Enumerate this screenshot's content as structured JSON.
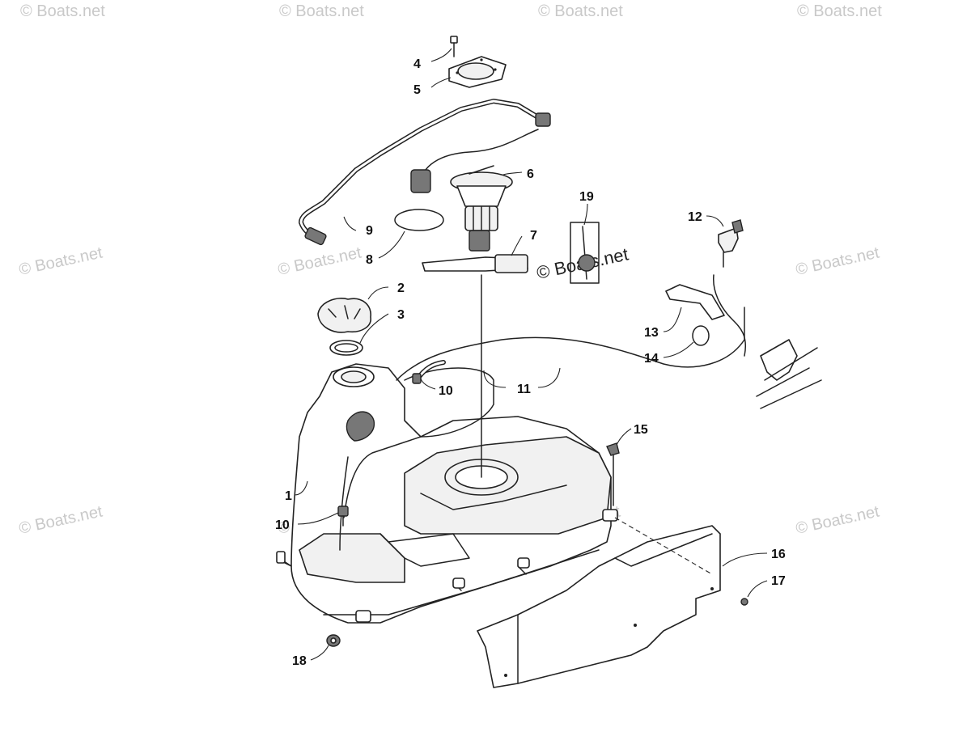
{
  "watermark": {
    "text": "© Boats.net",
    "center_text": "© Boats.net"
  },
  "callouts": {
    "c1": "1",
    "c2": "2",
    "c3": "3",
    "c4": "4",
    "c5": "5",
    "c6": "6",
    "c7": "7",
    "c8": "8",
    "c9": "9",
    "c10a": "10",
    "c10b": "10",
    "c11": "11",
    "c12": "12",
    "c13": "13",
    "c14": "14",
    "c15": "15",
    "c16": "16",
    "c17": "17",
    "c18": "18",
    "c19": "19"
  },
  "colors": {
    "line": "#222222",
    "watermark": "#c9c9c9",
    "background": "#ffffff"
  }
}
